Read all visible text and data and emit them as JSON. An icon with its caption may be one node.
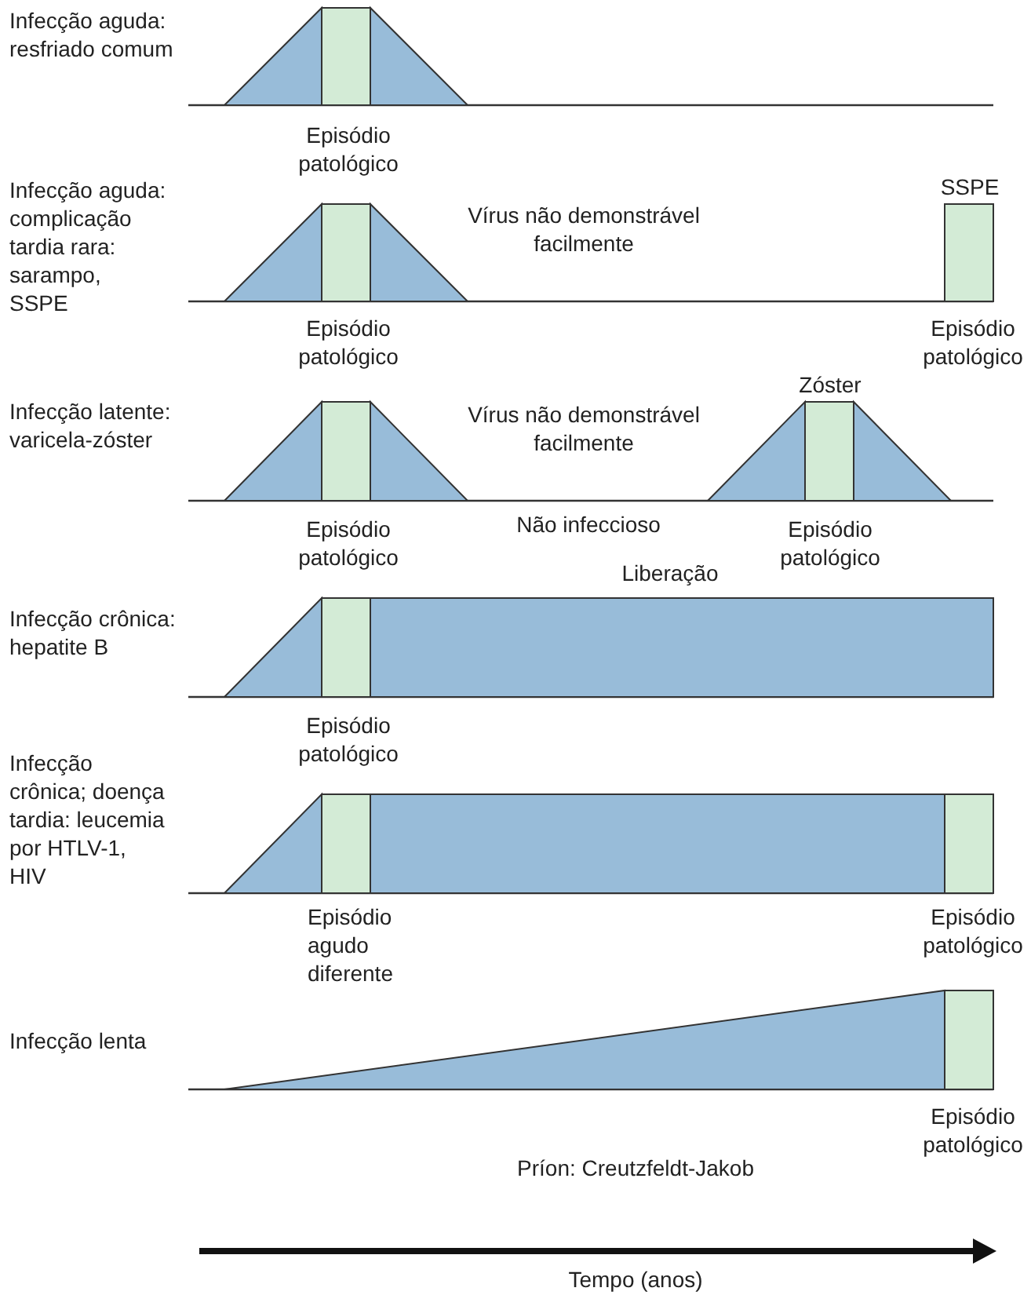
{
  "diagram": {
    "labels": [
      "Infecção aguda: resfriado comum",
      "Episódio patológico",
      "Infecção aguda: complicação tardia rara: sarampo, SSPE",
      "Vírus não demonstrável facilmente",
      "SSPE",
      "Episódio patológico",
      "Episódio patológico",
      "Infecção latente: varicela-zóster",
      "Zóster",
      "Vírus não demonstrável facilmente",
      "Não infeccioso",
      "Episódio patológico",
      "Episódio patológico",
      "Liberação",
      "Infecção crônica: hepatite B",
      "Episódio patológico",
      "Infecção crônica; doença tardia: leucemia por HTLV-1, HIV",
      "Episódio agudo diferente",
      "Episódio patológico",
      "Infecção lenta",
      "Episódio patológico",
      "Príon: Creutzfeldt-Jakob",
      "Tempo (anos)"
    ]
  }
}
